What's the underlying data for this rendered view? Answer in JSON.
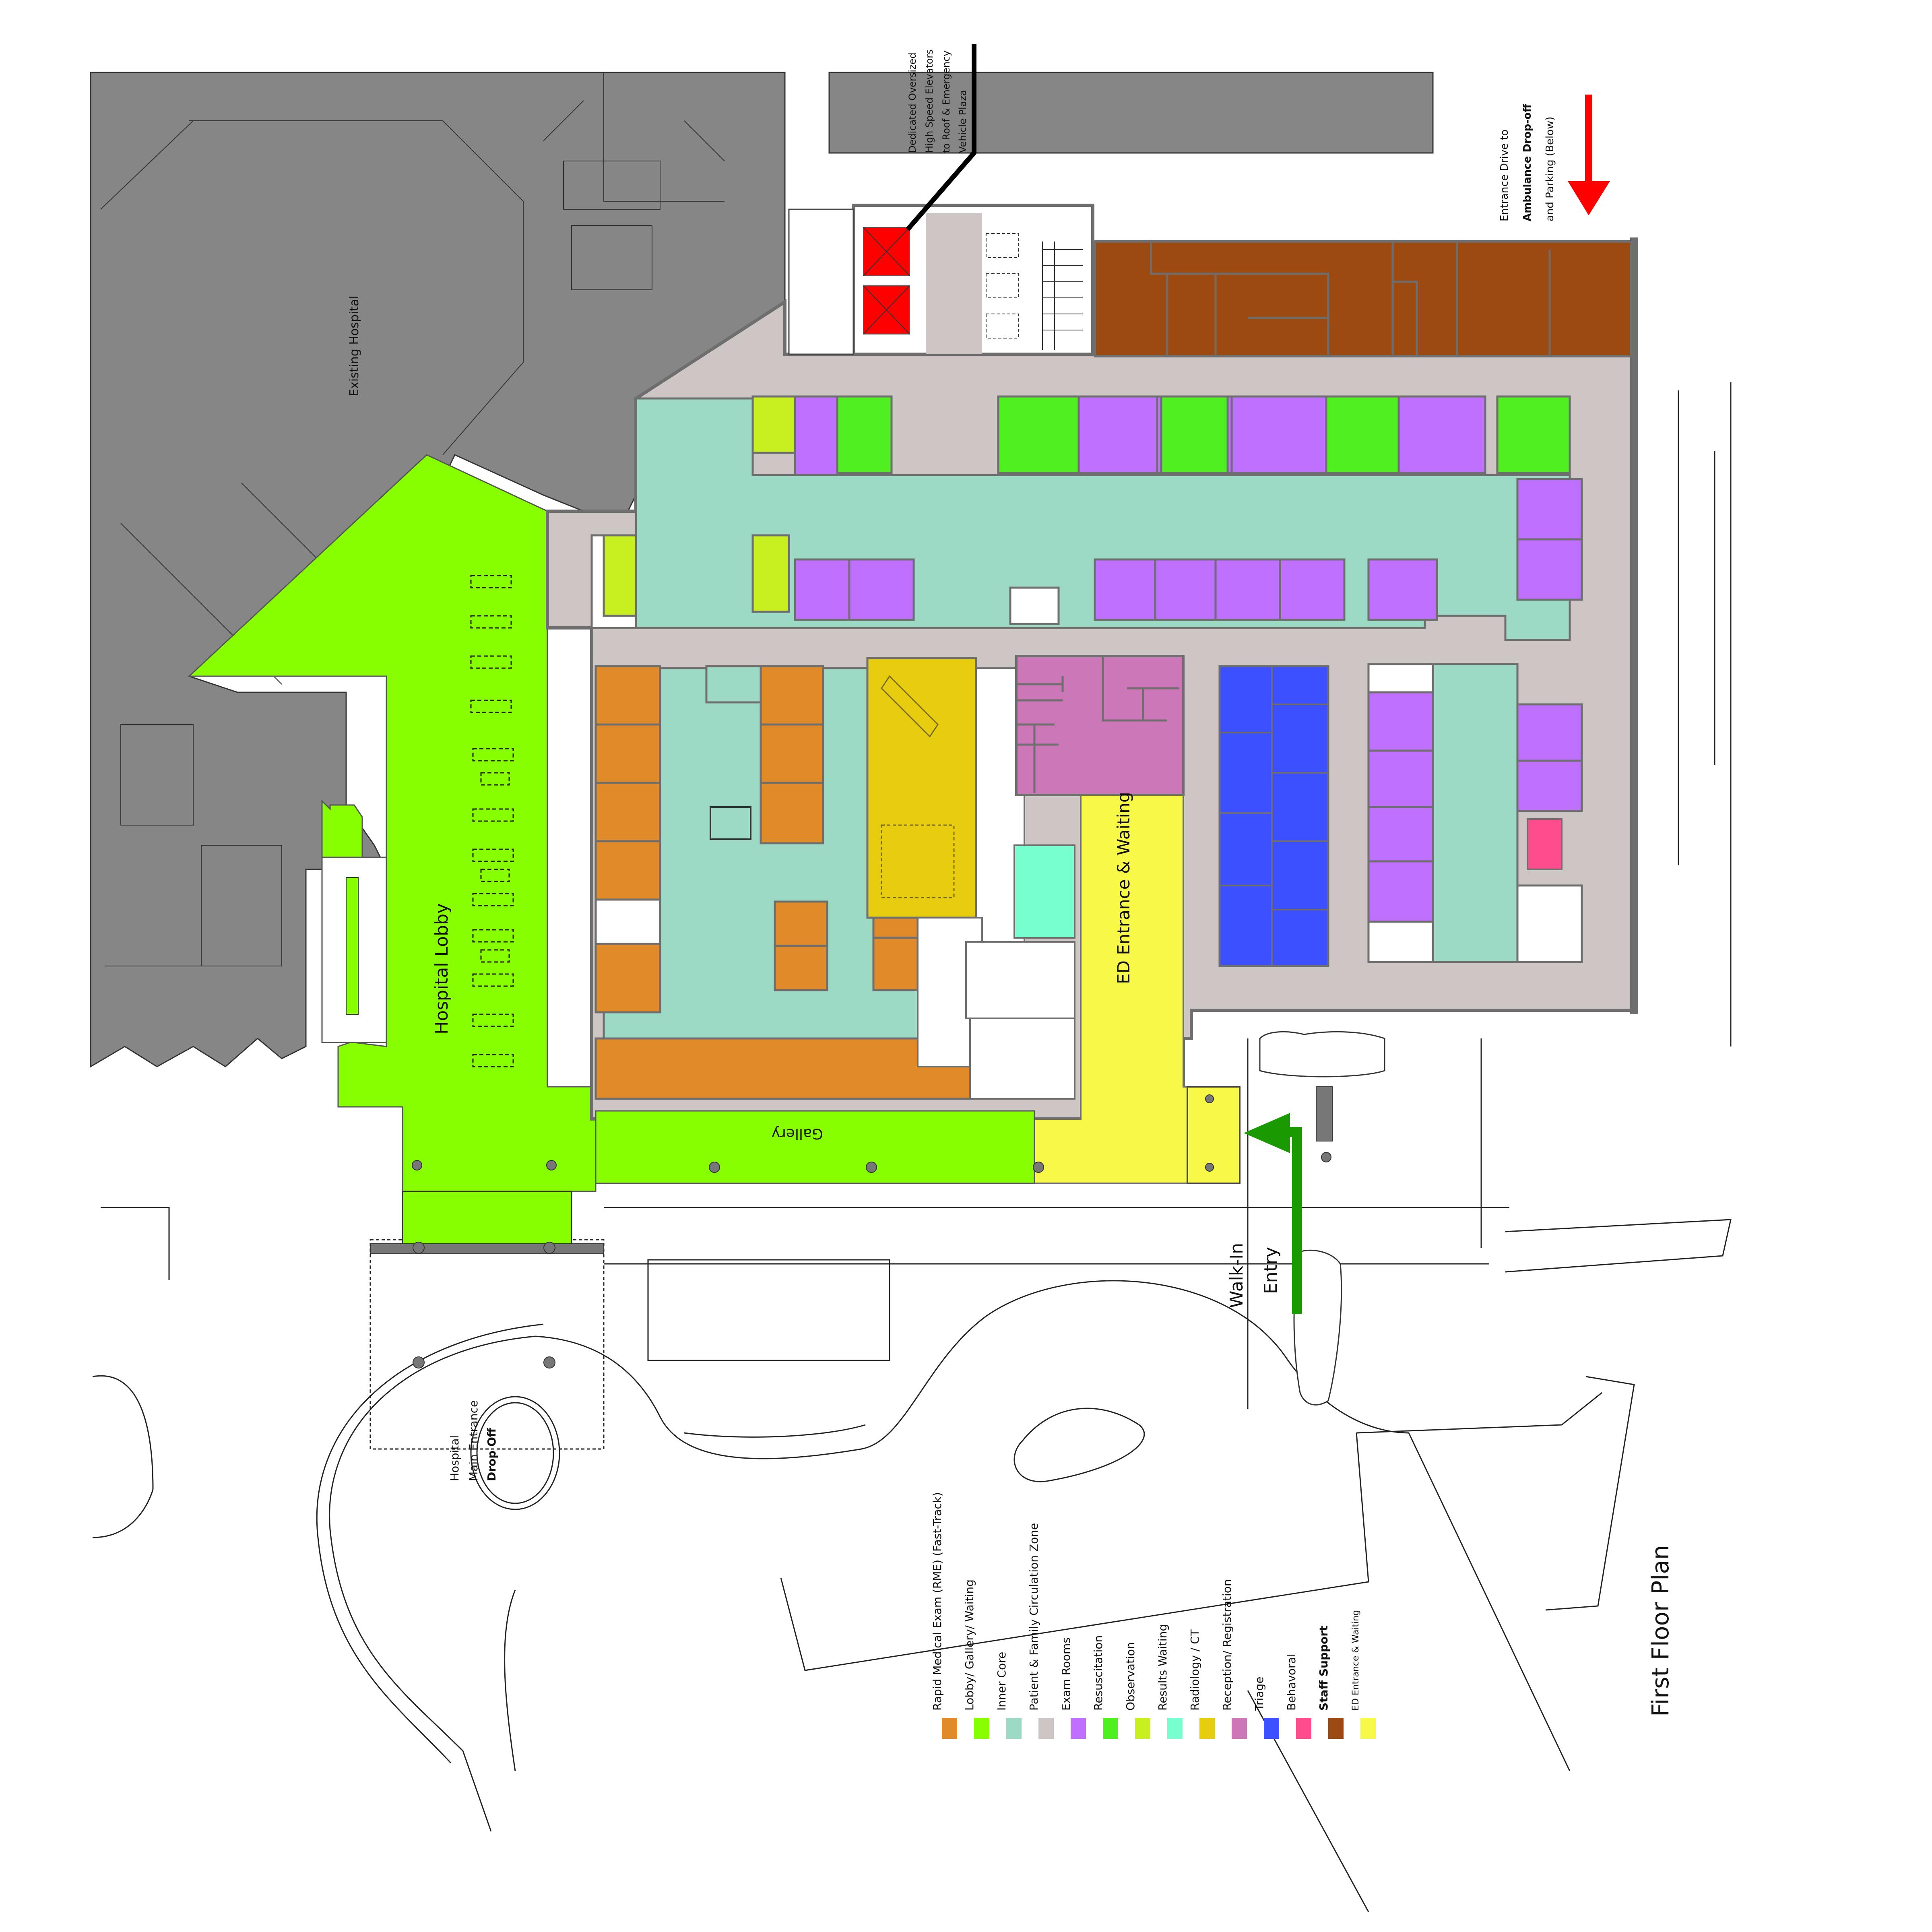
{
  "title": "First Floor Plan",
  "labels": {
    "existing_hospital": "Existing Hospital",
    "hospital_lobby": "Hospital Lobby",
    "gallery": "Gallery",
    "ed_entrance": "ED Entrance & Waiting",
    "walk_in_1": "Walk-In",
    "walk_in_2": "Entry",
    "elevators_1": "Dedicated Oversized",
    "elevators_2": "High Speed Elevators",
    "elevators_3": "to Roof & Emergency",
    "elevators_4": "Vehicle Plaza",
    "ambulance_1": "Entrance Drive to",
    "ambulance_2": "Ambulance Drop-off",
    "ambulance_3": "and Parking (Below)",
    "dropoff_1": "Hospital",
    "dropoff_2": "Main Entrance",
    "dropoff_3": "Drop Off"
  },
  "colors": {
    "existing": "#868686",
    "lobby": "#88ff00",
    "rme": "#e08a2a",
    "inner_core": "#9ddac6",
    "circulation": "#cdc6c4",
    "exam": "#c070ff",
    "resus": "#50f020",
    "observation": "#c8f020",
    "results": "#78ffd0",
    "radiology": "#e8cc10",
    "reception": "#cc78b8",
    "triage": "#3c50ff",
    "behavioral": "#ff4c8c",
    "staff": "#9c4a12",
    "ed_entrance": "#f8f848",
    "elevator": "#ff0000",
    "walk_in_arrow": "#1a9a00",
    "wall": "#6e6e6e"
  },
  "legend": {
    "items": [
      {
        "label": "Rapid Medical Exam (RME) (Fast-Track)",
        "color": "#e08a2a",
        "bold": false
      },
      {
        "label": "Lobby/ Gallery/ Waiting",
        "color": "#88ff00",
        "bold": false
      },
      {
        "label": "Inner Core",
        "color": "#9ddac6",
        "bold": false
      },
      {
        "label": "Patient & Family Circulation Zone",
        "color": "#cdc6c4",
        "bold": false
      },
      {
        "label": "Exam Rooms",
        "color": "#c070ff",
        "bold": false
      },
      {
        "label": "Resuscitation",
        "color": "#50f020",
        "bold": false
      },
      {
        "label": "Observation",
        "color": "#c8f020",
        "bold": false
      },
      {
        "label": "Results Waiting",
        "color": "#78ffd0",
        "bold": false
      },
      {
        "label": "Radiology / CT",
        "color": "#e8cc10",
        "bold": false
      },
      {
        "label": "Reception/ Registration",
        "color": "#cc78b8",
        "bold": false
      },
      {
        "label": "Triage",
        "color": "#3c50ff",
        "bold": false
      },
      {
        "label": "Behavoral",
        "color": "#ff4c8c",
        "bold": false
      },
      {
        "label": "Staff Support",
        "color": "#9c4a12",
        "bold": true
      },
      {
        "label": "ED Entrance & Waiting",
        "color": "#f8f848",
        "bold": false
      }
    ]
  }
}
